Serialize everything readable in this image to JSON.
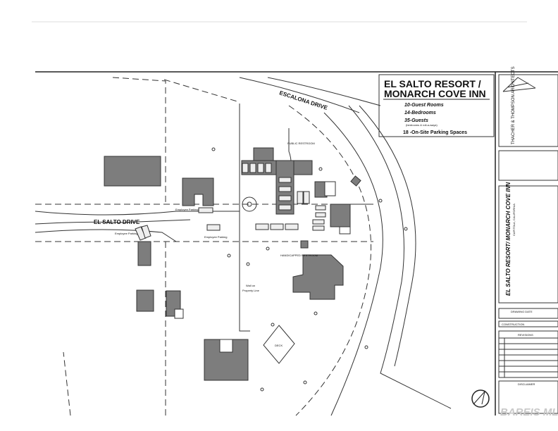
{
  "title": {
    "line1": "EL SALTO RESORT /",
    "line2": "MONARCH COVE INN"
  },
  "stats": [
    "10-Guest Rooms",
    "14-Bedrooms",
    "35-Guests",
    "(bedrooms & roll-a-ways)",
    "18 -On-Site Parking Spaces"
  ],
  "roads": {
    "el_salto": "EL SALTO DRIVE",
    "escalona": "ESCALONA DRIVE"
  },
  "labels": {
    "employee_parking": "Employee Parking",
    "public_restroom": "PUBLIC RESTROOM",
    "handicapped_restroom": "HANDICAPPED RESTROOM",
    "wall": "Wall on",
    "wall2": "Property Line",
    "deck": "DECK"
  },
  "title_block": {
    "architect": "THACHER & THOMPSON ARCHITECTS",
    "project": "EL SALTO RESORT/ MONARCH COVE INN",
    "location": "CAPITOLA, CALIFORNIA",
    "drawing_date": "DRAWING DATE",
    "construction": "CONSTRUCTION",
    "revisions": "REVISIONS",
    "disclaimer": "DISCLAIMER"
  },
  "watermark": "BAREIS MLS"
}
